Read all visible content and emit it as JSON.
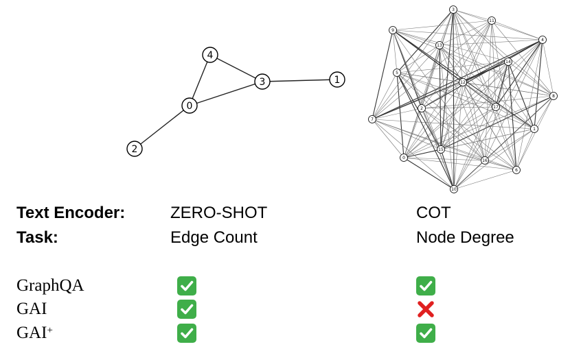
{
  "small_graph": {
    "nodes": [
      {
        "id": "0",
        "label": "0"
      },
      {
        "id": "1",
        "label": "1"
      },
      {
        "id": "2",
        "label": "2"
      },
      {
        "id": "3",
        "label": "3"
      },
      {
        "id": "4",
        "label": "4"
      }
    ],
    "edges": [
      [
        "4",
        "0"
      ],
      [
        "4",
        "3"
      ],
      [
        "0",
        "3"
      ],
      [
        "3",
        "1"
      ],
      [
        "0",
        "2"
      ]
    ]
  },
  "dense_graph": {
    "nodes": [
      "0",
      "1",
      "2",
      "3",
      "4",
      "5",
      "6",
      "7",
      "8",
      "9",
      "10",
      "11",
      "12",
      "13",
      "14",
      "15",
      "16",
      "17"
    ]
  },
  "headers": {
    "encoder_label": "Text Encoder:",
    "task_label": "Task:",
    "col1_encoder": "ZERO-SHOT",
    "col1_task": "Edge Count",
    "col2_encoder": "COT",
    "col2_task": "Node Degree"
  },
  "methods": [
    {
      "name": "GraphQA",
      "col1": "check",
      "col2": "check"
    },
    {
      "name": "GAI",
      "col1": "check",
      "col2": "cross"
    },
    {
      "name": "GAI",
      "superscript": "+",
      "col1": "check",
      "col2": "check"
    }
  ],
  "colors": {
    "check": "#3fae49",
    "cross": "#e02020"
  }
}
